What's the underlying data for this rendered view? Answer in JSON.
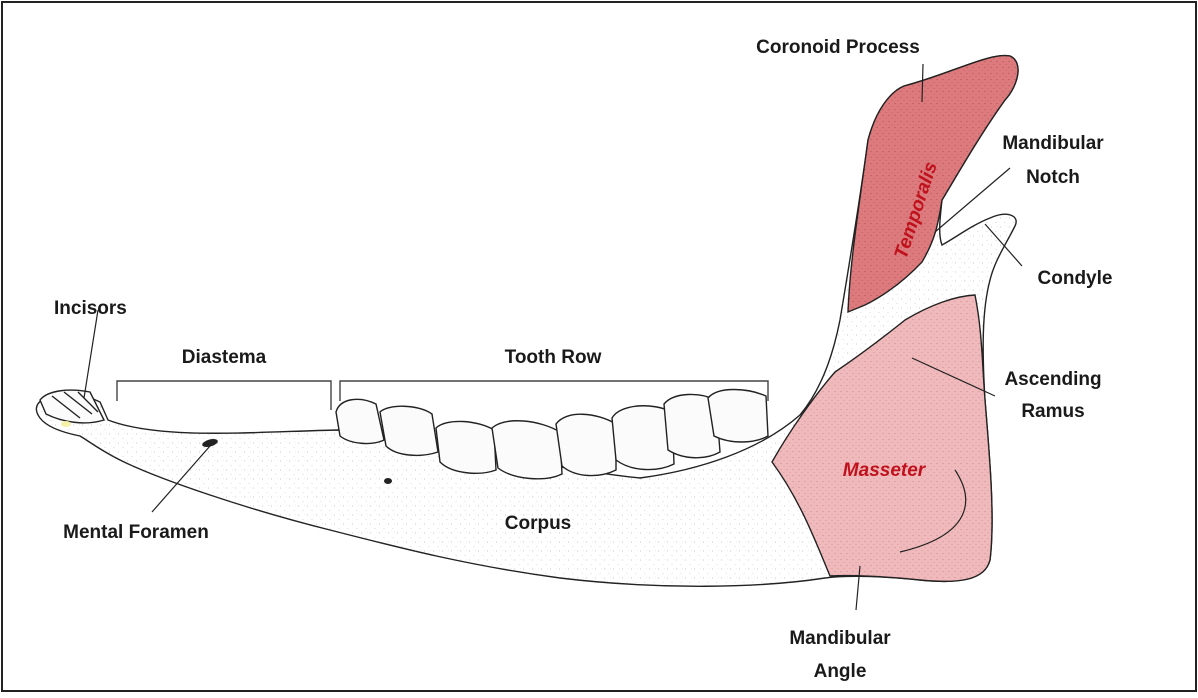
{
  "diagram": {
    "labels": {
      "coronoid_process": "Coronoid Process",
      "mandibular_notch_1": "Mandibular",
      "mandibular_notch_2": "Notch",
      "condyle": "Condyle",
      "incisors": "Incisors",
      "diastema": "Diastema",
      "tooth_row": "Tooth Row",
      "ascending_ramus_1": "Ascending",
      "ascending_ramus_2": "Ramus",
      "mental_foramen": "Mental Foramen",
      "corpus": "Corpus",
      "mandibular_angle_1": "Mandibular",
      "mandibular_angle_2": "Angle"
    },
    "muscles": {
      "temporalis": "Temporalis",
      "masseter": "Masseter"
    },
    "colors": {
      "temporalis_fill": "#dc7a7d",
      "masseter_fill": "#f0b9bb",
      "muscle_label": "#c0121c",
      "bone_fill": "#ffffff",
      "outline": "#222222"
    }
  }
}
